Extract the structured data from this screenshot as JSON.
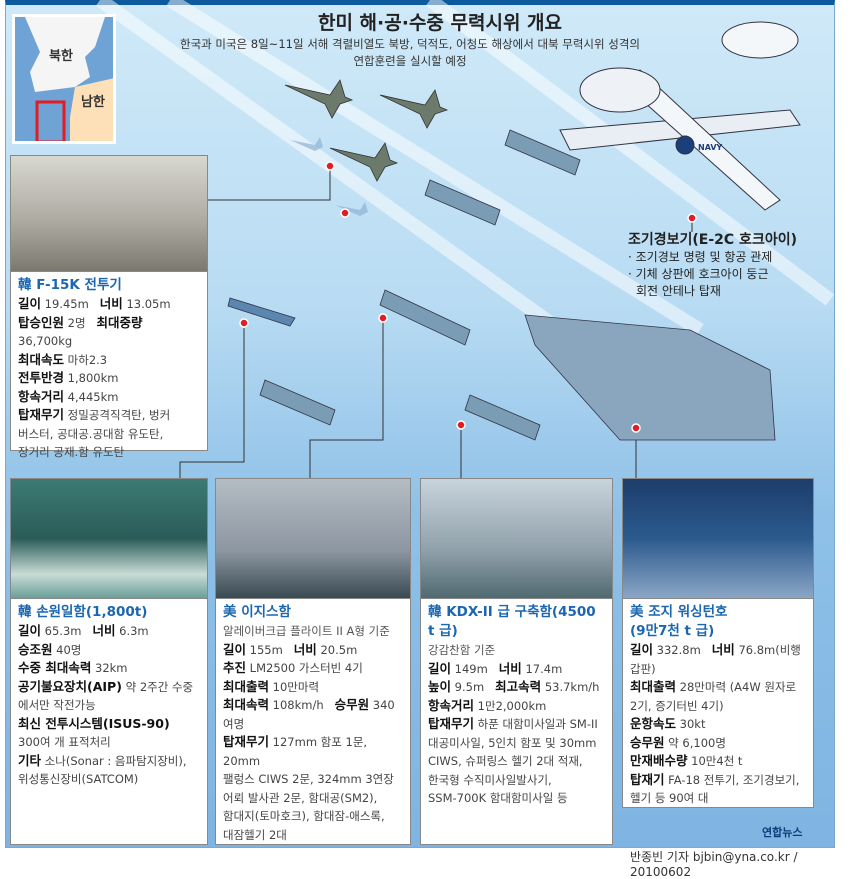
{
  "header": {
    "title": "한미 해·공·수중 무력시위 개요",
    "subtitle_line1": "한국과 미국은 8일~11일 서해  격렬비열도 북방, 덕적도, 어청도 해상에서 대북 무력시위 성격의",
    "subtitle_line2": "연합훈련을 실시할 예정"
  },
  "map": {
    "north": "북한",
    "south": "남한"
  },
  "e2c": {
    "title": "조기경보기(E-2C 호크아이)",
    "lines": [
      "· 조기경보 명령 및 항공 관제",
      "· 기체 상판에 호크아이 둥근",
      "  회전 안테나 탑재"
    ],
    "navy_text": "NAVY"
  },
  "cards": {
    "f15k": {
      "title": "韓 F-15K 전투기",
      "lines": [
        [
          [
            "길이",
            "19.45m"
          ],
          [
            "너비",
            "13.05m"
          ]
        ],
        [
          [
            "탑승인원",
            "2명"
          ],
          [
            "최대중량",
            "36,700kg"
          ]
        ],
        [
          [
            "최대속도",
            "마하2.3"
          ]
        ],
        [
          [
            "전투반경",
            "1,800km"
          ]
        ],
        [
          [
            "항속거리",
            "4,445km"
          ]
        ],
        [
          [
            "탑재무기",
            "정밀공격직격탄, 벙커"
          ]
        ],
        [
          [
            "",
            "버스터, 공대공.공대함 유도탄,"
          ]
        ],
        [
          [
            "",
            "장거리 공재.함 유도탄"
          ]
        ]
      ]
    },
    "sub": {
      "title": "韓 손원일함(1,800t)",
      "lines": [
        [
          [
            "길이",
            "65.3m"
          ],
          [
            "너비",
            "6.3m"
          ]
        ],
        [
          [
            "승조원",
            "40명"
          ]
        ],
        [
          [
            "수중 최대속력",
            "32km"
          ]
        ],
        [
          [
            "공기불요장치(AIP)",
            "약 2주간 수중"
          ]
        ],
        [
          [
            "",
            "에서만 작전가능"
          ]
        ],
        [
          [
            "최신 전투시스템(ISUS-90)",
            ""
          ]
        ],
        [
          [
            "",
            "300여 개 표적처리"
          ]
        ],
        [
          [
            "기타",
            "소나(Sonar : 음파탐지장비),"
          ]
        ],
        [
          [
            "",
            "위성통신장비(SATCOM)"
          ]
        ]
      ]
    },
    "aegis": {
      "title": "美 이지스함",
      "subtitle": "알레이버크급 플라이트 II A형 기준",
      "lines": [
        [
          [
            "길이",
            "155m"
          ],
          [
            "너비",
            "20.5m"
          ]
        ],
        [
          [
            "추진",
            "LM2500 가스터빈 4기"
          ]
        ],
        [
          [
            "최대출력",
            "10만마력"
          ]
        ],
        [
          [
            "최대속력",
            "108km/h"
          ],
          [
            "승무원",
            "340 여명"
          ]
        ],
        [
          [
            "탑재무기",
            "127mm 함포 1문, 20mm"
          ]
        ],
        [
          [
            "",
            "팰렁스 CIWS 2문, 324mm 3연장"
          ]
        ],
        [
          [
            "",
            "어뢰 발사관 2문, 함대공(SM2),"
          ]
        ],
        [
          [
            "",
            "함대지(토마호크), 함대잠-애스록,"
          ]
        ],
        [
          [
            "",
            "대잠헬기 2대"
          ]
        ]
      ]
    },
    "kdx": {
      "title": "韓 KDX-II 급 구축함(4500 t 급)",
      "subtitle": "강감찬함 기준",
      "lines": [
        [
          [
            "길이",
            "149m"
          ],
          [
            "너비",
            "17.4m"
          ]
        ],
        [
          [
            "높이",
            "9.5m"
          ],
          [
            "최고속력",
            "53.7km/h"
          ]
        ],
        [
          [
            "항속거리",
            "1만2,000km"
          ]
        ],
        [
          [
            "탑재무기",
            "하푼 대함미사일과 SM-II"
          ]
        ],
        [
          [
            "",
            "대공미사일, 5인치 함포 및 30mm"
          ]
        ],
        [
          [
            "",
            "CIWS, 슈퍼링스 헬기 2대 적재,"
          ]
        ],
        [
          [
            "",
            "한국형 수직미사일발사기,"
          ]
        ],
        [
          [
            "",
            "SSM-700K 함대함미사일 등"
          ]
        ]
      ]
    },
    "carrier": {
      "title": "美 조지 워싱턴호",
      "title2": "(9만7천 t 급)",
      "lines": [
        [
          [
            "길이",
            "332.8m"
          ],
          [
            "너비",
            "76.8m(비행갑판)"
          ]
        ],
        [
          [
            "최대출력",
            "28만마력 (A4W 원자로"
          ]
        ],
        [
          [
            "",
            "2기, 증기터빈 4기)"
          ]
        ],
        [
          [
            "운항속도",
            "30kt"
          ]
        ],
        [
          [
            "승무원",
            "약 6,100명"
          ]
        ],
        [
          [
            "만재배수량",
            "10만4천 t"
          ]
        ],
        [
          [
            "탑재기",
            "FA-18 전투기, 조기경보기,"
          ]
        ],
        [
          [
            "",
            "헬기 등 90여 대"
          ]
        ]
      ]
    }
  },
  "footer": {
    "logo": "연합뉴스",
    "credit": "반종빈 기자 bjbin@yna.co.kr / 20100602"
  },
  "colors": {
    "accent": "#1b66b1",
    "marker": "#e31b23",
    "frame": "#0d5a9e"
  }
}
